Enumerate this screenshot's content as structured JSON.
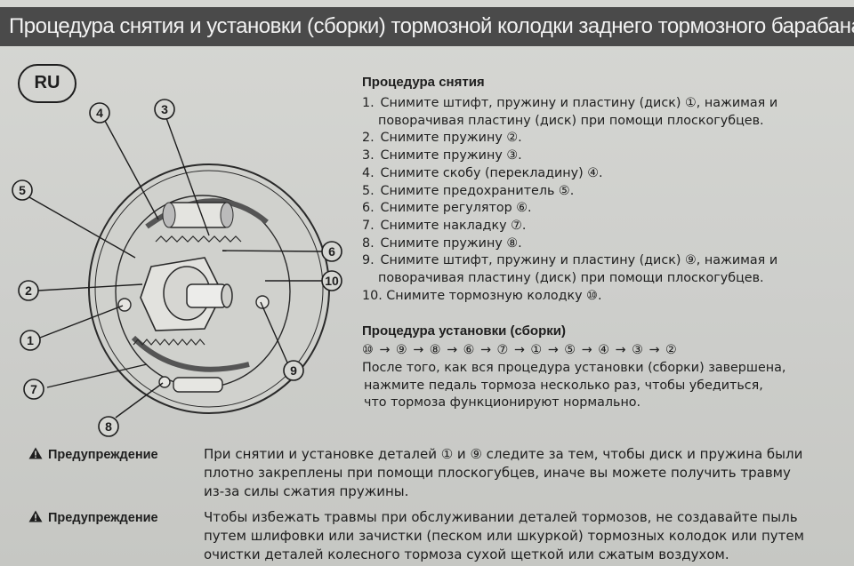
{
  "header": {
    "title": "Процедура снятия и установки (сборки) тормозной колодки заднего тормозного барабана",
    "language_badge": "RU"
  },
  "diagram": {
    "callouts": [
      "④",
      "③",
      "⑤",
      "⑥",
      "⑩",
      "②",
      "①",
      "⑨",
      "⑦",
      "⑧"
    ]
  },
  "removal": {
    "title": "Процедура снятия",
    "steps": [
      {
        "num": "1.",
        "text": "Снимите штифт, пружину и пластину (диск) ①, нажимая и поворачивая пластину (диск) при помощи плоскогубцев."
      },
      {
        "num": "2.",
        "text": "Снимите пружину ②."
      },
      {
        "num": "3.",
        "text": "Снимите пружину ③."
      },
      {
        "num": "4.",
        "text": "Снимите скобу (перекладину) ④."
      },
      {
        "num": "5.",
        "text": "Снимите предохранитель ⑤."
      },
      {
        "num": "6.",
        "text": "Снимите регулятор ⑥."
      },
      {
        "num": "7.",
        "text": "Снимите накладку ⑦."
      },
      {
        "num": "8.",
        "text": "Снимите пружину ⑧."
      },
      {
        "num": "9.",
        "text": "Снимите штифт, пружину и пластину (диск) ⑨, нажимая и поворачивая пластину (диск) при помощи плоскогубцев."
      },
      {
        "num": "10.",
        "text": "Снимите тормозную колодку ⑩."
      }
    ]
  },
  "installation": {
    "title": "Процедура установки (сборки)",
    "sequence": "⑩ → ⑨ → ⑧ → ⑥ → ⑦ → ① → ⑤ → ④ → ③ → ②",
    "note_lines": [
      "После того, как вся процедура установки (сборки) завершена,",
      "нажмите педаль тормоза несколько раз, чтобы убедиться,",
      "что тормоза функционируют нормально."
    ]
  },
  "warnings": [
    {
      "label": "Предупреждение",
      "lines": [
        "При снятии и установке деталей ① и ⑨ следите за тем, чтобы диск и пружина были",
        "плотно закреплены при помощи плоскогубцев, иначе вы можете получить травму",
        "из-за силы сжатия пружины."
      ]
    },
    {
      "label": "Предупреждение",
      "lines": [
        "Чтобы избежать травмы при обслуживании деталей тормозов, не создавайте пыль",
        "путем шлифовки или зачистки (песком или шкуркой) тормозных колодок или путем",
        "очистки деталей колесного тормоза сухой щеткой или сжатым воздухом."
      ]
    }
  ],
  "colors": {
    "title_bar_bg": "#4a4a4a",
    "title_text": "#f2f2f2",
    "paper": "#d3d4d0",
    "ink": "#1e1e1e"
  },
  "icons": [
    "warning-triangle-icon"
  ]
}
